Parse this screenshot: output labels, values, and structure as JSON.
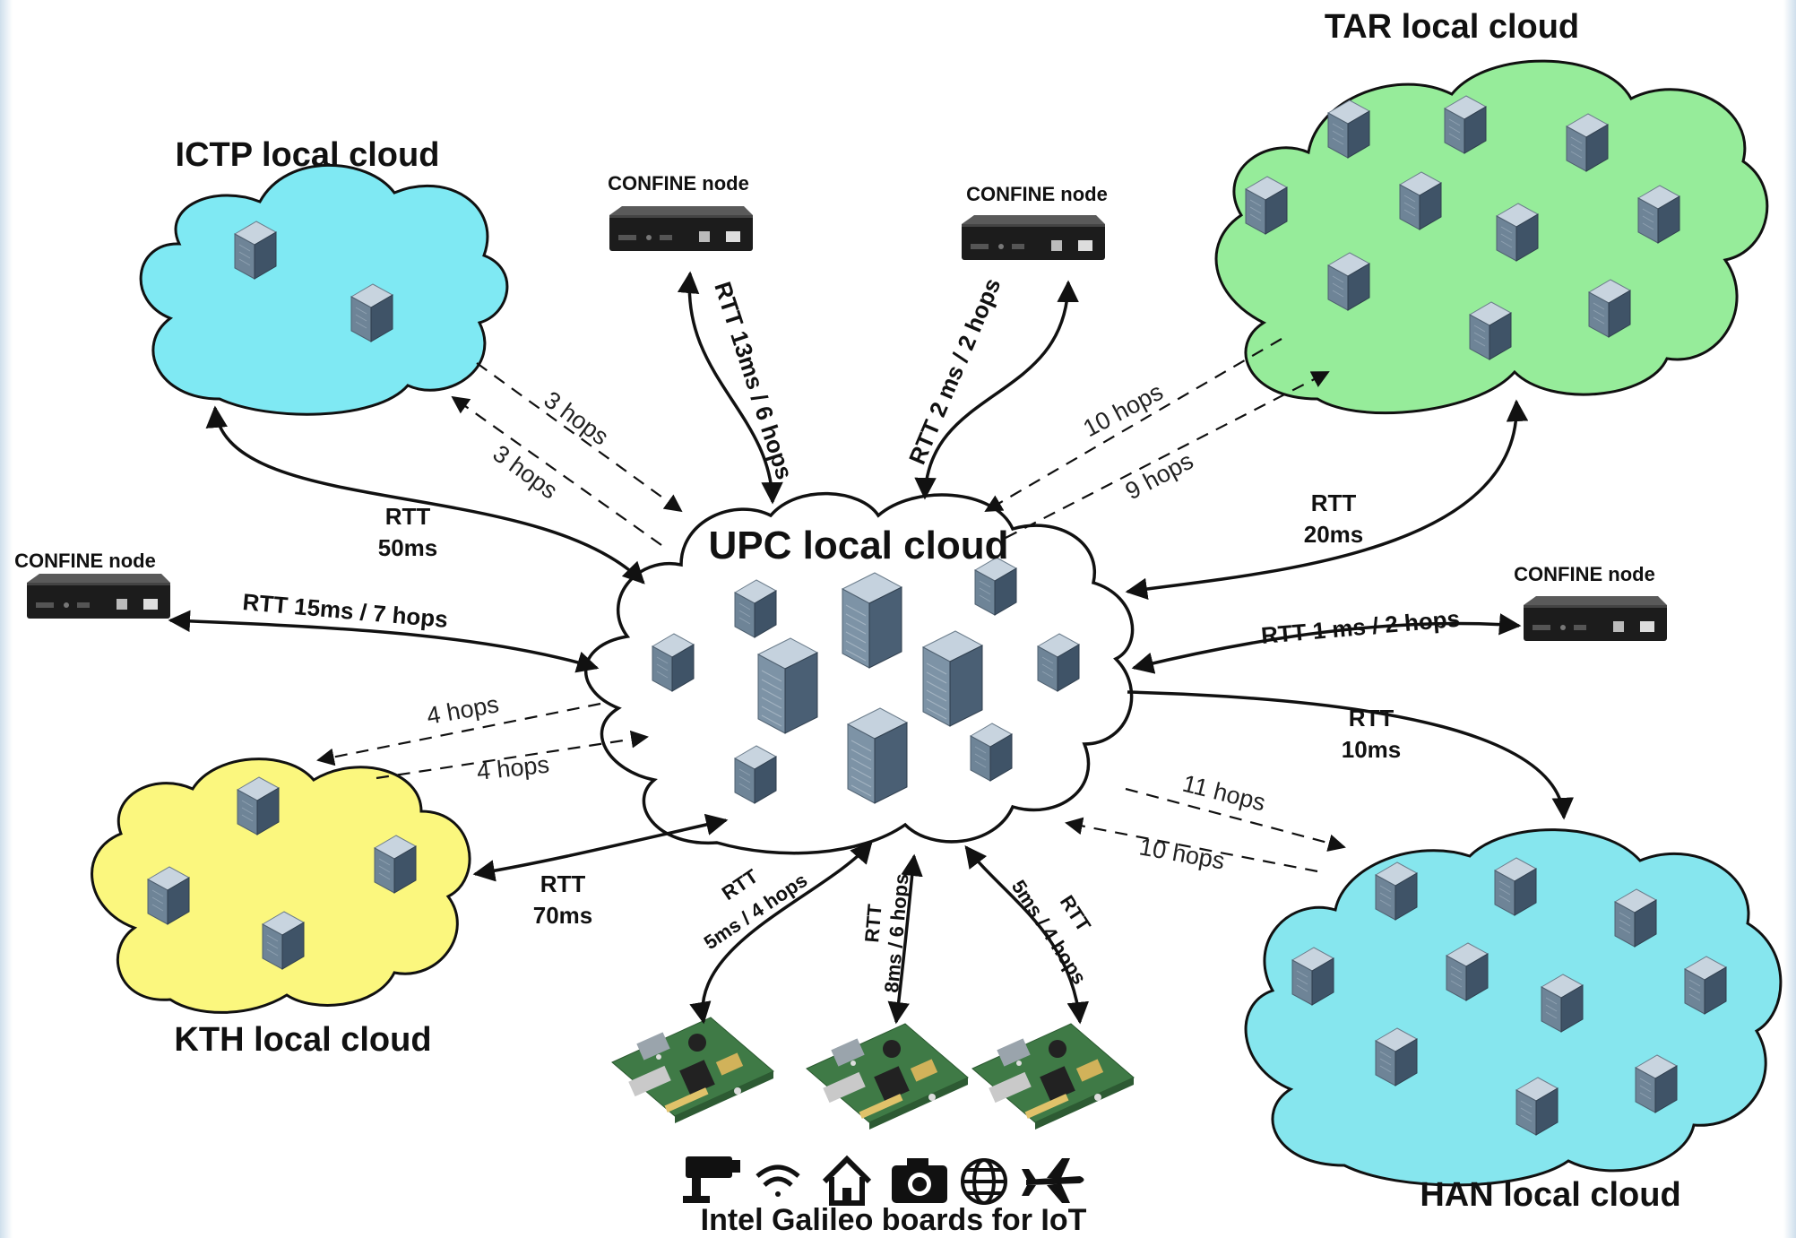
{
  "clouds": {
    "upc": {
      "label": "UPC local cloud",
      "color": "#ffffff"
    },
    "ictp": {
      "label": "ICTP local cloud",
      "color": "#7fe9f3"
    },
    "tar": {
      "label": "TAR local cloud",
      "color": "#96ec9a"
    },
    "kth": {
      "label": "KTH local cloud",
      "color": "#fbf77e"
    },
    "han": {
      "label": "HAN local cloud",
      "color": "#86e6ee"
    }
  },
  "confine_nodes": {
    "top_left": "CONFINE node",
    "top_right": "CONFINE node",
    "left": "CONFINE node",
    "right": "CONFINE node"
  },
  "links": {
    "ictp_rtt": [
      "RTT",
      "50ms"
    ],
    "ictp_hops_out": "3 hops",
    "ictp_hops_in": "3 hops",
    "node_top_left": "RTT 13ms / 6 hops",
    "node_top_right": "RTT 2 ms / 2 hops",
    "tar_hops_out": "10 hops",
    "tar_hops_in": "9 hops",
    "tar_rtt": [
      "RTT",
      "20ms"
    ],
    "node_left": "RTT 15ms / 7 hops",
    "node_right": "RTT 1 ms / 2 hops",
    "kth_hops_out": "4 hops",
    "kth_hops_in": "4 hops",
    "kth_rtt": [
      "RTT",
      "70ms"
    ],
    "han_rtt": [
      "RTT",
      "10ms"
    ],
    "han_hops_out": "11 hops",
    "han_hops_in": "10 hops",
    "board1": [
      "RTT",
      "5ms / 4 hops"
    ],
    "board2": [
      "RTT",
      "8ms / 6 hops"
    ],
    "board3": [
      "RTT",
      "5ms / 4 hops"
    ]
  },
  "boards": {
    "label": "Intel Galileo boards for IoT",
    "icons": [
      "camera-cctv-icon",
      "wifi-icon",
      "home-icon",
      "photo-camera-icon",
      "globe-icon",
      "airplane-icon"
    ]
  }
}
